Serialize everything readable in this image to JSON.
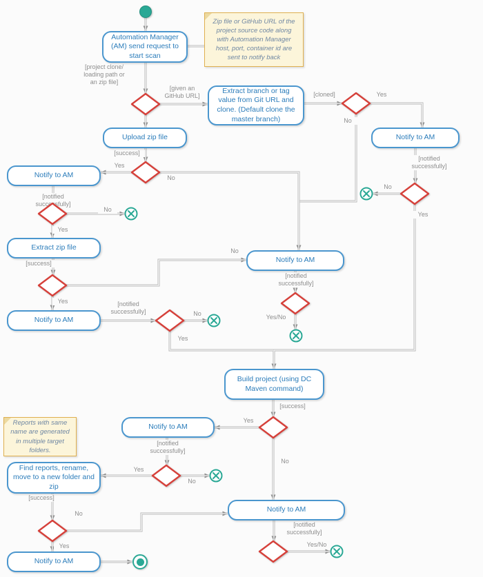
{
  "diagram": {
    "title": "Automation Manager scan flowchart",
    "background": "#fbfbfb"
  },
  "colors": {
    "box_border": "#4a96ce",
    "box_text": "#2b7cba",
    "diamond_border": "#d6403a",
    "terminal_teal": "#2aa895",
    "edge_gray": "#b5b5b5",
    "edge_label_gray": "#8d8d8d",
    "note_bg": "#fcf5da",
    "note_border": "#dfaf4e"
  },
  "boxes": [
    {
      "id": "am-request",
      "label": "Automation Manager (AM) send request to start scan"
    },
    {
      "id": "extract-branch",
      "label": "Extract branch or tag value from Git URL and clone. (Default clone the master branch)"
    },
    {
      "id": "upload-zip",
      "label": "Upload zip file"
    },
    {
      "id": "notify-am-git",
      "label": "Notify to AM"
    },
    {
      "id": "notify-am-upload",
      "label": "Notify to AM"
    },
    {
      "id": "extract-zip",
      "label": "Extract zip file"
    },
    {
      "id": "notify-am-center",
      "label": "Notify to AM"
    },
    {
      "id": "notify-am-extract",
      "label": "Notify to AM"
    },
    {
      "id": "build-project",
      "label": "Build project (using DC Maven command)"
    },
    {
      "id": "notify-am-build",
      "label": "Notify to AM"
    },
    {
      "id": "find-reports",
      "label": "Find reports, rename, move to a new folder and zip"
    },
    {
      "id": "notify-am-reports",
      "label": "Notify to AM"
    },
    {
      "id": "notify-am-final",
      "label": "Notify to AM"
    }
  ],
  "notes": [
    {
      "text": "Zip file or GitHub URL of the project source code along with Automation Manager host, port, container id are sent to notify back"
    },
    {
      "text": "Reports with same name are generated in multiple target folders."
    }
  ],
  "edge_labels": [
    {
      "text": "[project clone/ loading path or an zip file]"
    },
    {
      "text": "[given an GitHub URL]"
    },
    {
      "text": "[cloned]"
    },
    {
      "text": "Yes"
    },
    {
      "text": "No"
    },
    {
      "text": "[notified successfully]"
    },
    {
      "text": "No"
    },
    {
      "text": "Yes"
    },
    {
      "text": "[success]"
    },
    {
      "text": "Yes"
    },
    {
      "text": "No"
    },
    {
      "text": "[notified successfully]"
    },
    {
      "text": "No"
    },
    {
      "text": "Yes"
    },
    {
      "text": "[success]"
    },
    {
      "text": "Yes"
    },
    {
      "text": "No"
    },
    {
      "text": "[notified successfully]"
    },
    {
      "text": "No"
    },
    {
      "text": "Yes"
    },
    {
      "text": "[notified successfully]"
    },
    {
      "text": "Yes/No"
    },
    {
      "text": "[success]"
    },
    {
      "text": "Yes"
    },
    {
      "text": "No"
    },
    {
      "text": "[notified successfully]"
    },
    {
      "text": "Yes"
    },
    {
      "text": "No"
    },
    {
      "text": "[success]"
    },
    {
      "text": "No"
    },
    {
      "text": "Yes"
    },
    {
      "text": "[notified successfully]"
    },
    {
      "text": "Yes/No"
    }
  ]
}
